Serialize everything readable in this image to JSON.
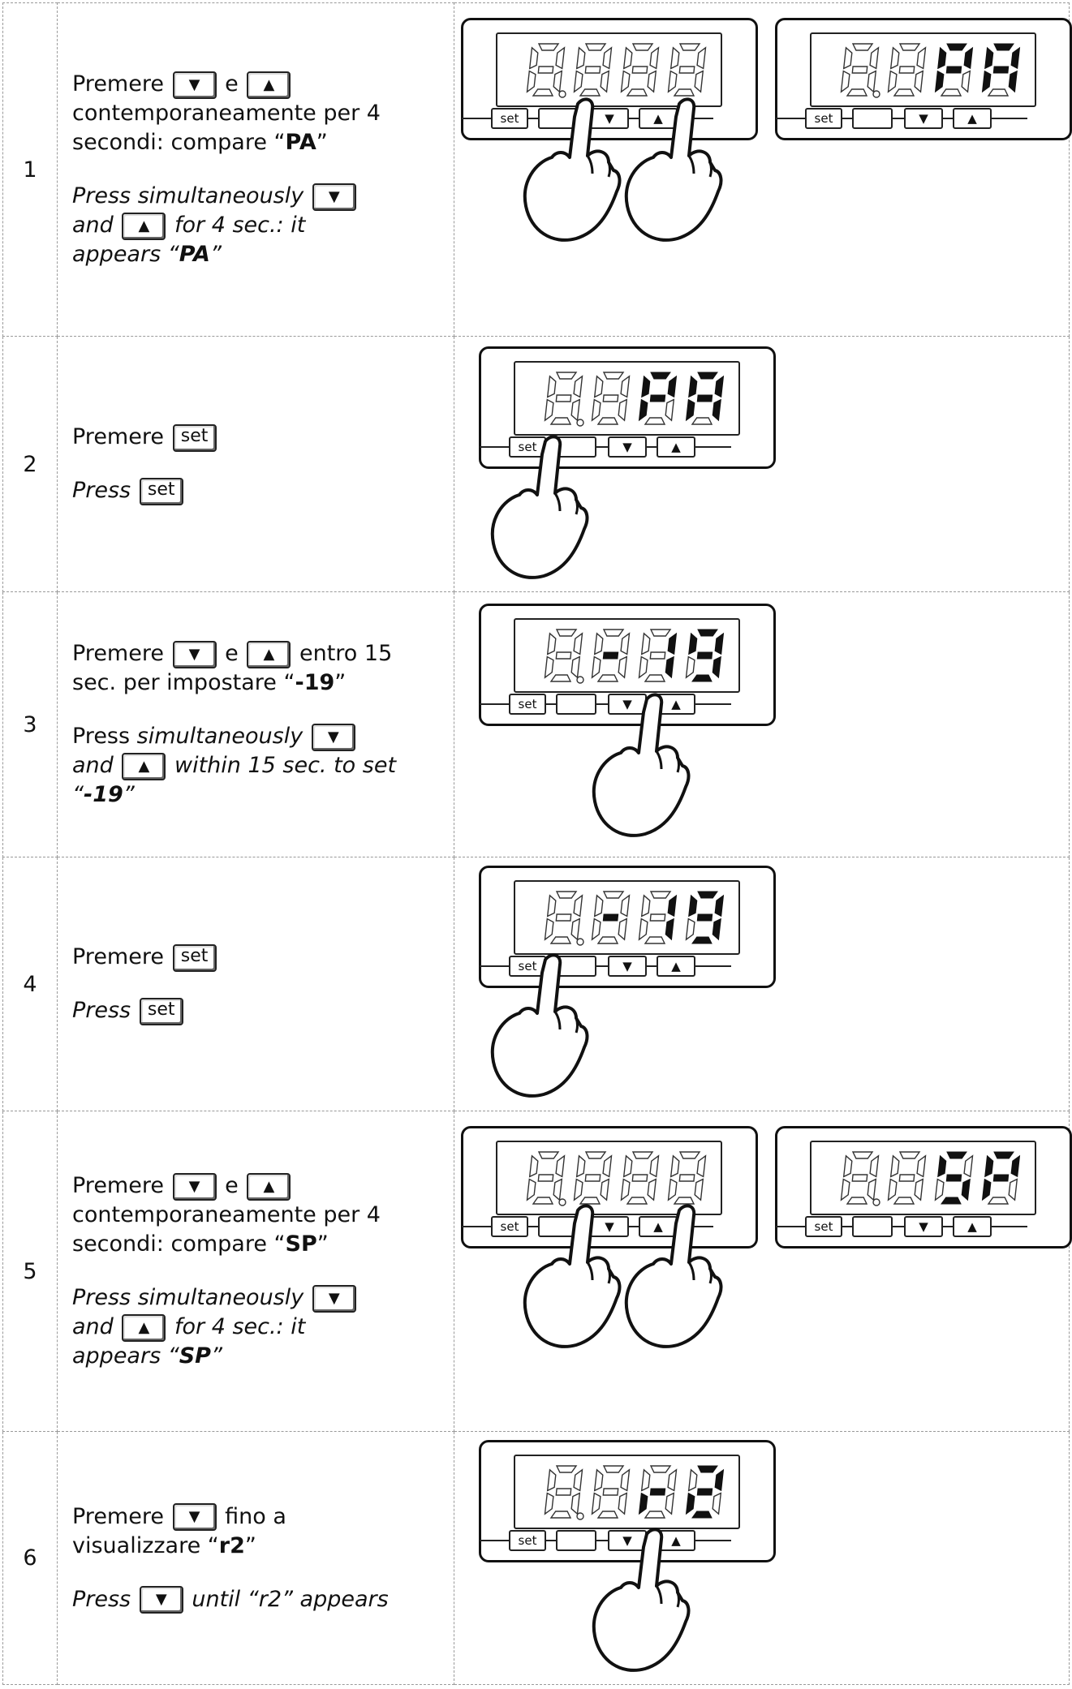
{
  "keys": {
    "down": "▼",
    "up": "▲",
    "set": "set"
  },
  "device": {
    "set_label": "set",
    "down_label": "▼",
    "up_label": "▲"
  },
  "steps": [
    {
      "number": "1",
      "it": {
        "pre": "Premere",
        "mid": "e",
        "post": "contemporaneamente per 4",
        "line2a": "secondi: compare “",
        "strong": "PA",
        "line2b": "”"
      },
      "en": {
        "a": "Press simultaneously",
        "b1": "and",
        "b2": "for 4 sec.: it",
        "c1": "appears “",
        "strong": "PA",
        "c2": "”"
      },
      "displays": [
        "8.888",
        "PA"
      ]
    },
    {
      "number": "2",
      "it": {
        "pre": "Premere"
      },
      "en": {
        "pre": "Press"
      },
      "displays": [
        "PA"
      ]
    },
    {
      "number": "3",
      "it": {
        "pre": "Premere",
        "mid": "e",
        "post": "entro 15",
        "line2a": "sec. per impostare “",
        "strong": "-19",
        "line2b": "”"
      },
      "en": {
        "a1": "Press ",
        "a2": "simultaneously",
        "b1": "and",
        "b2": "within 15 sec. to set",
        "c1": "“",
        "strong": "-19",
        "c2": "”"
      },
      "displays": [
        "-19"
      ]
    },
    {
      "number": "4",
      "it": {
        "pre": "Premere"
      },
      "en": {
        "pre": "Press"
      },
      "displays": [
        "-19"
      ]
    },
    {
      "number": "5",
      "it": {
        "pre": "Premere",
        "mid": "e",
        "post": "contemporaneamente per 4",
        "line2a": "secondi: compare “",
        "strong": "SP",
        "line2b": "”"
      },
      "en": {
        "a": "Press simultaneously",
        "b1": "and",
        "b2": "for 4 sec.: it",
        "c1": "appears “",
        "strong": "SP",
        "c2": "”"
      },
      "displays": [
        "8.888",
        "SP"
      ]
    },
    {
      "number": "6",
      "it": {
        "pre": "Premere",
        "post": "fino a",
        "line2a": "visualizzare “",
        "strong": "r2",
        "line2b": "”"
      },
      "en": {
        "pre": "Press",
        "post": "until “r2” appears"
      },
      "displays": [
        "r2"
      ]
    }
  ]
}
